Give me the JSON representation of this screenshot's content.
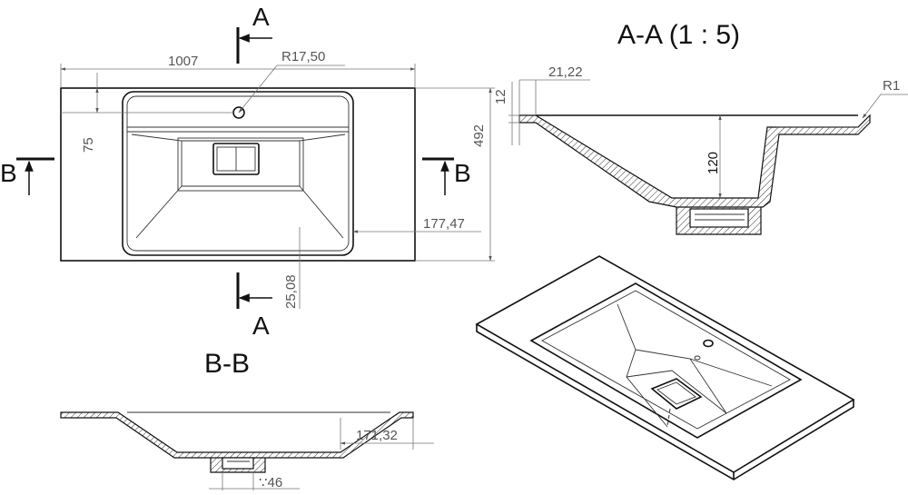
{
  "top_view": {
    "section_letter_top": "A",
    "section_letter_bottom": "A",
    "section_letter_left": "B",
    "section_letter_right": "B",
    "dim_width": "1007",
    "dim_depth": "492",
    "dim_radius": "R17,50",
    "dim_hole_offset": "75",
    "dim_side_offset": "177,47",
    "dim_front_offset": "25,08"
  },
  "section_aa": {
    "title": "A-A (1 : 5)",
    "dim_rim": "21,22",
    "dim_thickness": "12",
    "dim_radius": "R1",
    "dim_depth": "120"
  },
  "section_bb": {
    "title": "B-B",
    "dim_side": "171,32",
    "dim_drain": "∵46"
  }
}
